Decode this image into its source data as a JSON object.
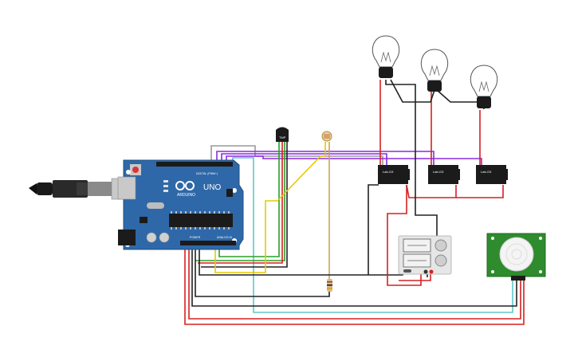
{
  "board": {
    "name": "UNO",
    "brand": "ARDUINO",
    "digital_label": "DIGITAL (PWM~)",
    "power_label": "POWER",
    "analog_label": "ANALOG IN"
  },
  "temp_sensor": {
    "label": "TMP"
  },
  "relays": [
    {
      "label": "Lab-G3"
    },
    {
      "label": "Lab-G3"
    },
    {
      "label": "Lab-G3"
    }
  ],
  "colors": {
    "board": "#2f68a8",
    "wire_red": "#d62020",
    "wire_black": "#222222",
    "wire_green": "#2aa02a",
    "wire_yellow": "#e8c800",
    "wire_purple": "#8a2be2",
    "wire_gray": "#9a9a9a",
    "wire_cyan": "#5fc8c8",
    "pir_board": "#2e8b2e"
  }
}
